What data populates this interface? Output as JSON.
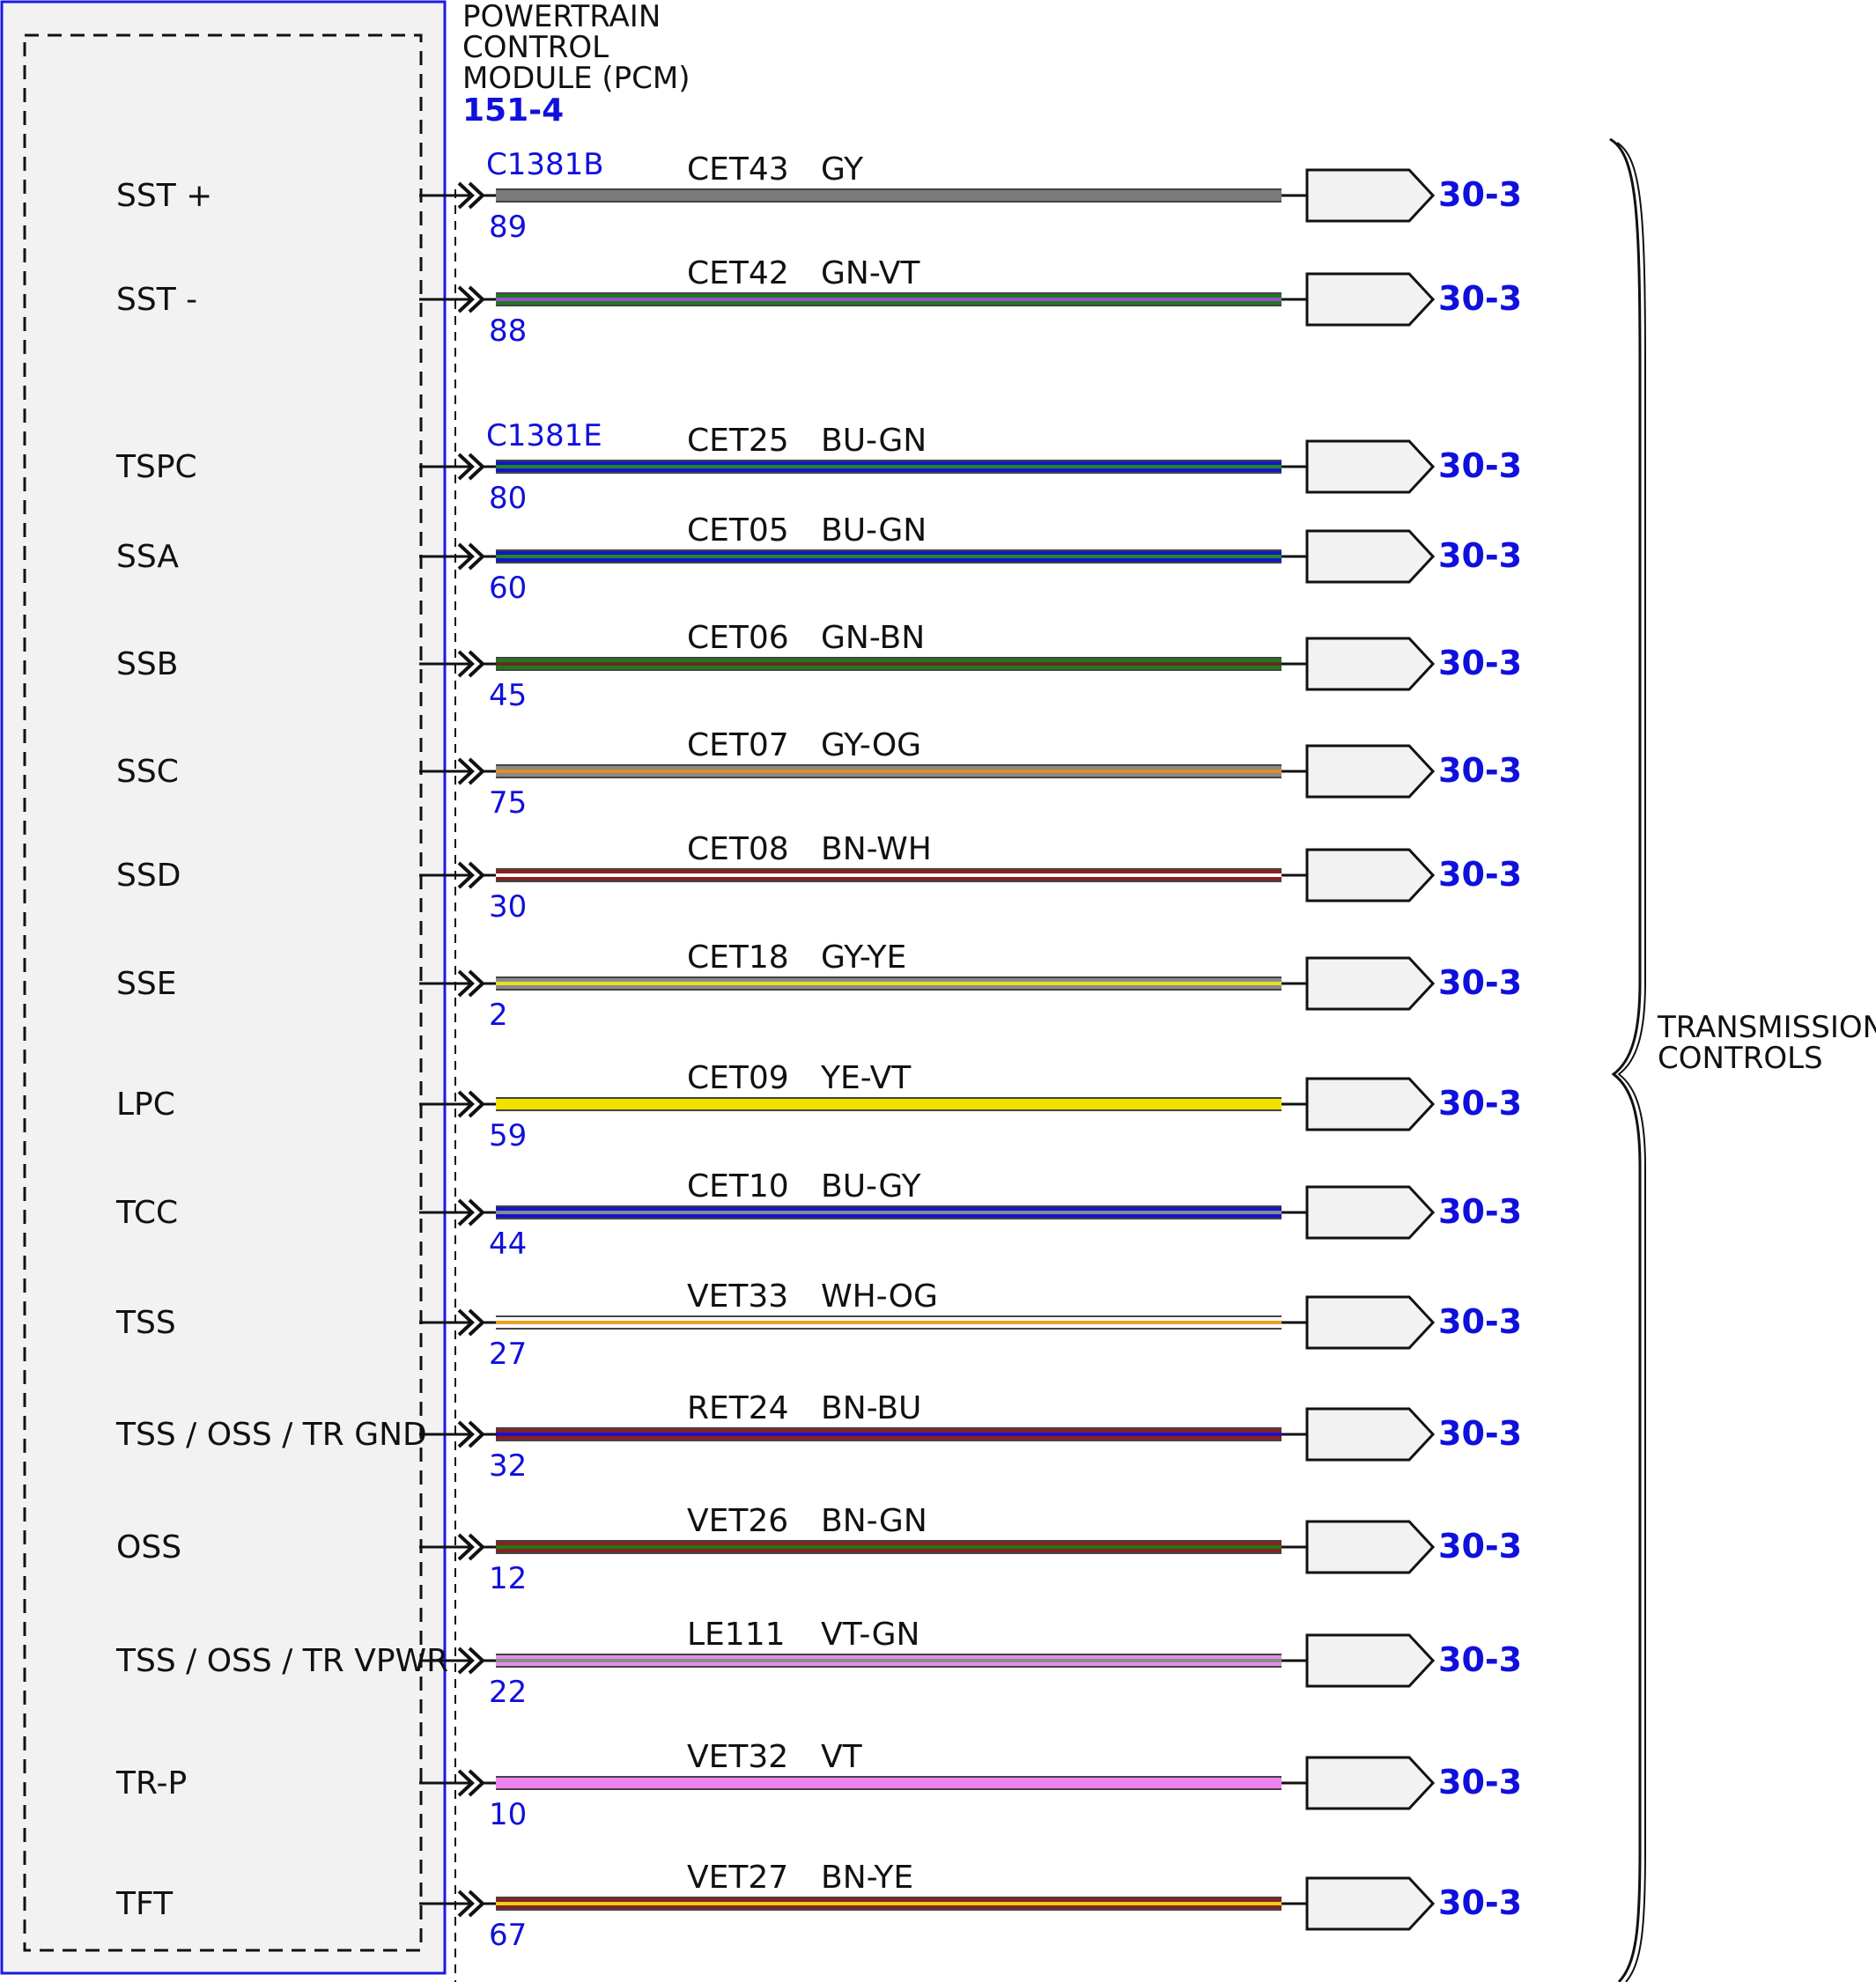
{
  "module": {
    "title_lines": [
      "POWERTRAIN",
      "CONTROL",
      "MODULE (PCM)"
    ],
    "ref": "151-4"
  },
  "group_label_lines": [
    "TRANSMISSION",
    "CONTROLS"
  ],
  "colors": {
    "accent_blue": "#1010dd",
    "module_fill": "#f2f2f2",
    "module_border": "#1a1ae6",
    "connector_fill": "#f2f2f2"
  },
  "circuits": [
    {
      "signal": "SST +",
      "connector": "C1381B",
      "pin": "89",
      "circuit": "CET43",
      "color_code": "GY",
      "dest": "30-3",
      "wire": [
        "#7a7a7a"
      ]
    },
    {
      "signal": "SST -",
      "connector": "",
      "pin": "88",
      "circuit": "CET42",
      "color_code": "GN-VT",
      "dest": "30-3",
      "wire": [
        "#1e7a1e",
        "#9a4fd0"
      ]
    },
    {
      "signal": "TSPC",
      "connector": "C1381E",
      "pin": "80",
      "circuit": "CET25",
      "color_code": "BU-GN",
      "dest": "30-3",
      "wire": [
        "#1414d0",
        "#1e8a1e"
      ]
    },
    {
      "signal": "SSA",
      "connector": "",
      "pin": "60",
      "circuit": "CET05",
      "color_code": "BU-GN",
      "dest": "30-3",
      "wire": [
        "#1414d0",
        "#1e8a1e"
      ]
    },
    {
      "signal": "SSB",
      "connector": "",
      "pin": "45",
      "circuit": "CET06",
      "color_code": "GN-BN",
      "dest": "30-3",
      "wire": [
        "#1e7a1e",
        "#6a2a1a"
      ]
    },
    {
      "signal": "SSC",
      "connector": "",
      "pin": "75",
      "circuit": "CET07",
      "color_code": "GY-OG",
      "dest": "30-3",
      "wire": [
        "#8a8a8a",
        "#e09020"
      ]
    },
    {
      "signal": "SSD",
      "connector": "",
      "pin": "30",
      "circuit": "CET08",
      "color_code": "BN-WH",
      "dest": "30-3",
      "wire": [
        "#8a2020",
        "#ffffff"
      ]
    },
    {
      "signal": "SSE",
      "connector": "",
      "pin": "2",
      "circuit": "CET18",
      "color_code": "GY-YE",
      "dest": "30-3",
      "wire": [
        "#8a8a8a",
        "#e8e020"
      ]
    },
    {
      "signal": "LPC",
      "connector": "",
      "pin": "59",
      "circuit": "CET09",
      "color_code": "YE-VT",
      "dest": "30-3",
      "wire": [
        "#f2e200",
        "#f2e200"
      ]
    },
    {
      "signal": "TCC",
      "connector": "",
      "pin": "44",
      "circuit": "CET10",
      "color_code": "BU-GY",
      "dest": "30-3",
      "wire": [
        "#1414d0",
        "#8a8a8a"
      ]
    },
    {
      "signal": "TSS",
      "connector": "",
      "pin": "27",
      "circuit": "VET33",
      "color_code": "WH-OG",
      "dest": "30-3",
      "wire": [
        "#ffffff",
        "#f0a020"
      ]
    },
    {
      "signal": "TSS / OSS / TR GND",
      "connector": "",
      "pin": "32",
      "circuit": "RET24",
      "color_code": "BN-BU",
      "dest": "30-3",
      "wire": [
        "#8a2020",
        "#1414d0"
      ]
    },
    {
      "signal": "OSS",
      "connector": "",
      "pin": "12",
      "circuit": "VET26",
      "color_code": "BN-GN",
      "dest": "30-3",
      "wire": [
        "#8a2020",
        "#1e7a1e"
      ]
    },
    {
      "signal": "TSS / OSS / TR VPWR",
      "connector": "",
      "pin": "22",
      "circuit": "LE111",
      "color_code": "VT-GN",
      "dest": "30-3",
      "wire": [
        "#e090e0",
        "#8a8a8a"
      ]
    },
    {
      "signal": "TR-P",
      "connector": "",
      "pin": "10",
      "circuit": "VET32",
      "color_code": "VT",
      "dest": "30-3",
      "wire": [
        "#ee82ee"
      ]
    },
    {
      "signal": "TFT",
      "connector": "",
      "pin": "67",
      "circuit": "VET27",
      "color_code": "BN-YE",
      "dest": "30-3",
      "wire": [
        "#8a2020",
        "#e8d020"
      ]
    }
  ]
}
